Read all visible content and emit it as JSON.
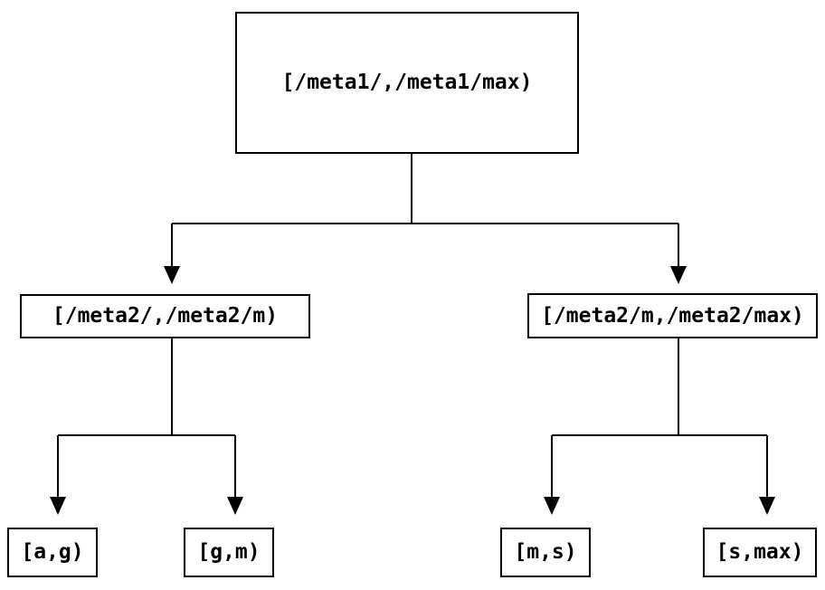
{
  "diagram": {
    "type": "tree",
    "title": "",
    "nodes": {
      "root": "[/meta1/,/meta1/max)",
      "left_child": "[/meta2/,/meta2/m)",
      "right_child": "[/meta2/m,/meta2/max)",
      "leaf_ag": "[a,g)",
      "leaf_gm": "[g,m)",
      "leaf_ms": "[m,s)",
      "leaf_smax": "[s,max)"
    },
    "edges": [
      {
        "from": "root",
        "to": "left_child"
      },
      {
        "from": "root",
        "to": "right_child"
      },
      {
        "from": "left_child",
        "to": "leaf_ag"
      },
      {
        "from": "left_child",
        "to": "leaf_gm"
      },
      {
        "from": "right_child",
        "to": "leaf_ms"
      },
      {
        "from": "right_child",
        "to": "leaf_smax"
      }
    ],
    "colors": {
      "background": "#ffffff",
      "stroke": "#000000",
      "text": "#000000"
    }
  }
}
